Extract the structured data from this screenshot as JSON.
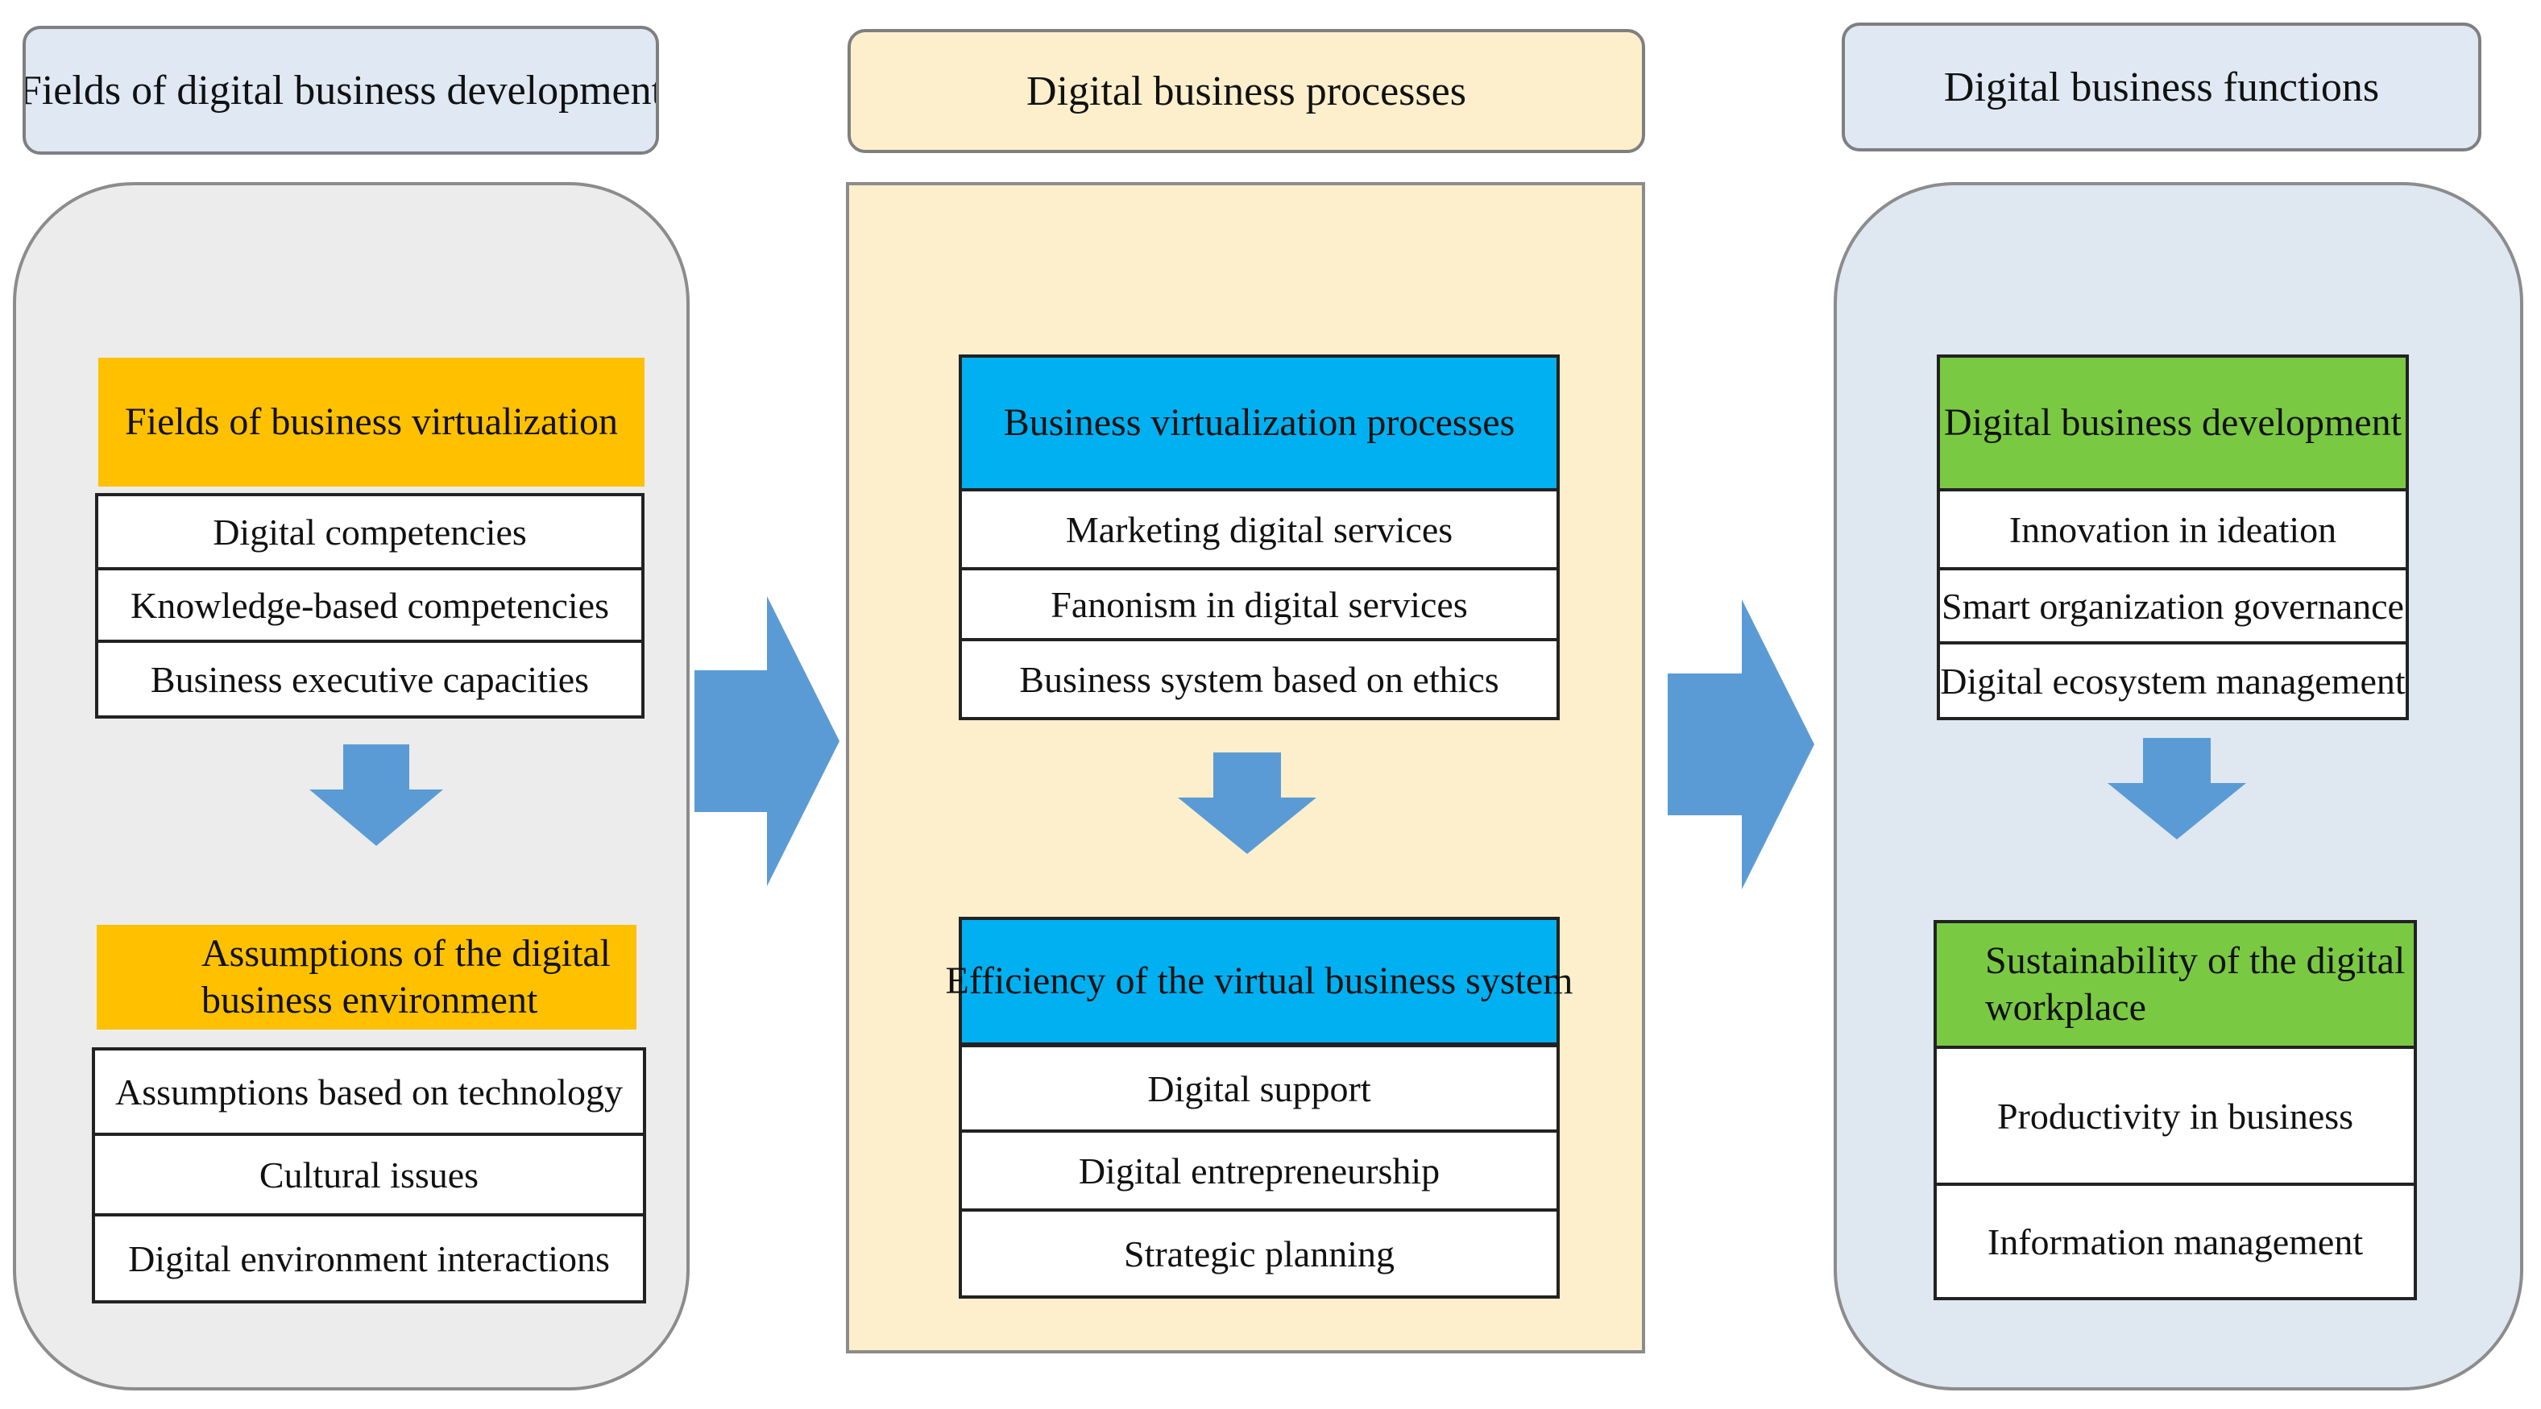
{
  "colors": {
    "left_panel": "#ececec",
    "middle_panel": "#fdefcb",
    "right_panel": "#dfe7f1",
    "header_left": "#dfe8f3",
    "header_middle": "#fdefcb",
    "header_right": "#dfe8f3",
    "orange": "#ffc000",
    "blue": "#00b0f0",
    "green": "#7ac943",
    "arrow": "#5b9bd5"
  },
  "columns": [
    {
      "header": "Fields of digital business development",
      "groups": [
        {
          "title": "Fields of business virtualization",
          "items": [
            "Digital competencies",
            "Knowledge-based competencies",
            "Business executive capacities"
          ]
        },
        {
          "title": "Assumptions of the digital business environment",
          "items": [
            "Assumptions based on technology",
            "Cultural issues",
            "Digital environment interactions"
          ]
        }
      ]
    },
    {
      "header": "Digital business processes",
      "groups": [
        {
          "title": "Business virtualization processes",
          "items": [
            "Marketing digital services",
            "Fanonism in digital services",
            "Business system based on ethics"
          ]
        },
        {
          "title": "Efficiency of the virtual business system",
          "items": [
            "Digital support",
            "Digital entrepreneurship",
            "Strategic planning"
          ]
        }
      ]
    },
    {
      "header": "Digital business functions",
      "groups": [
        {
          "title": "Digital business development",
          "items": [
            "Innovation in ideation",
            "Smart organization governance",
            "Digital ecosystem management"
          ]
        },
        {
          "title": "Sustainability of the digital workplace",
          "items": [
            "Productivity in business",
            "Information management"
          ]
        }
      ]
    }
  ]
}
